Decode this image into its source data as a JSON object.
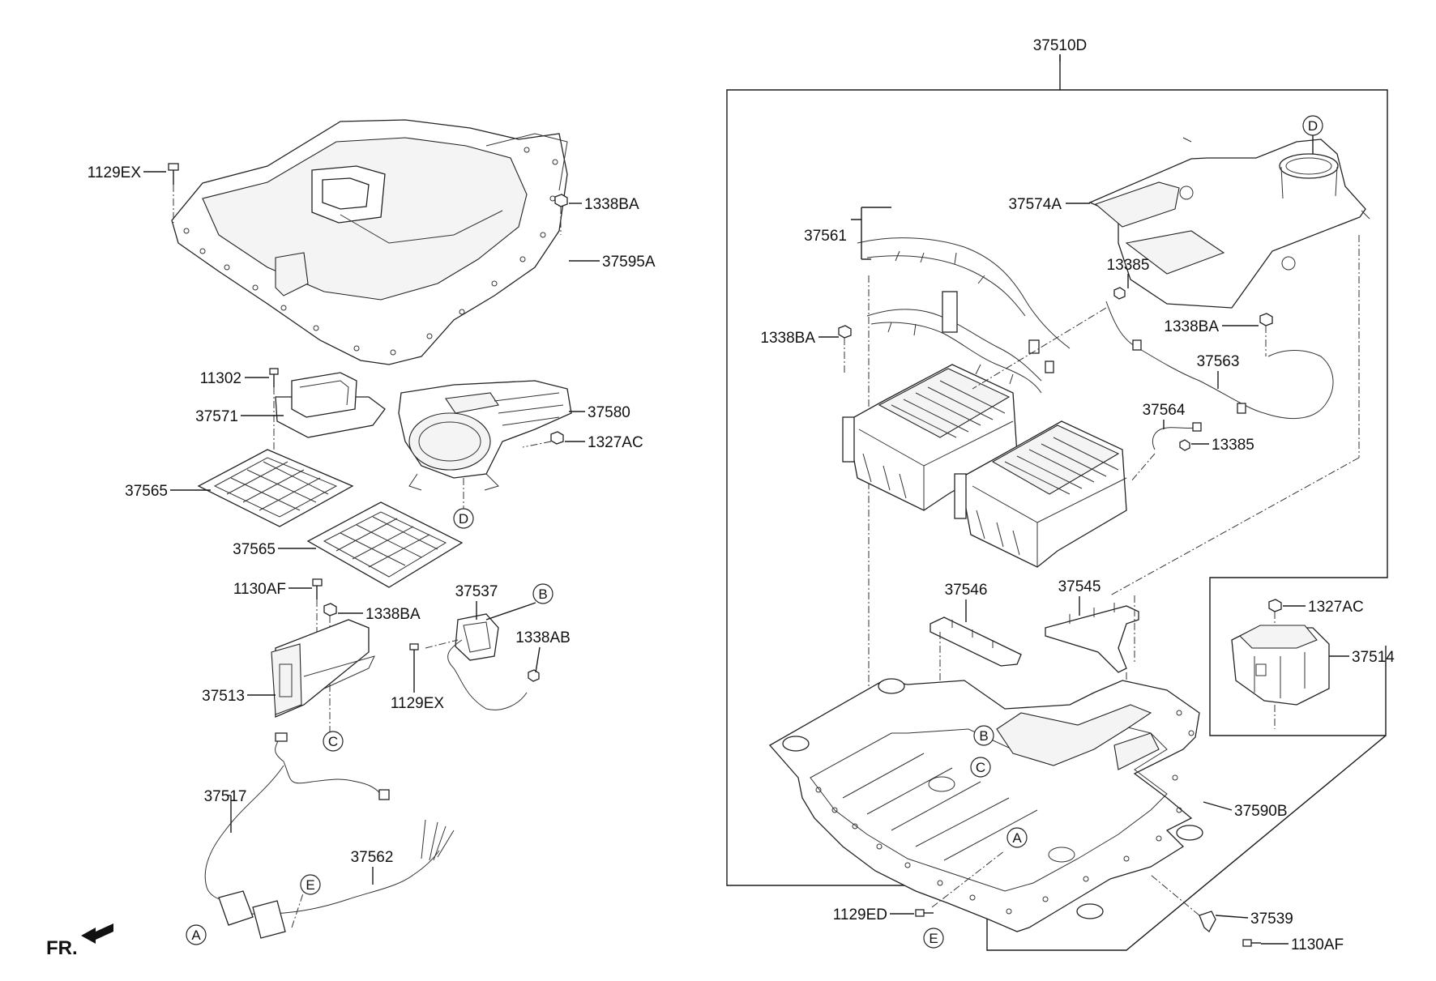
{
  "labels": {
    "p37510D": "37510D",
    "p1129EX_top": "1129EX",
    "p1338BA_top": "1338BA",
    "p37595A": "37595A",
    "p11302": "11302",
    "p37571": "37571",
    "p37580": "37580",
    "p1327AC_left": "1327AC",
    "p37565_a": "37565",
    "p37565_b": "37565",
    "p1130AF_left": "1130AF",
    "p1338BA_mid": "1338BA",
    "p37537": "37537",
    "p1338AB": "1338AB",
    "p1129EX_mid": "1129EX",
    "p37513": "37513",
    "p37517": "37517",
    "p37562": "37562",
    "p37574A": "37574A",
    "p37561": "37561",
    "p13385_a": "13385",
    "p1338BA_r1": "1338BA",
    "p1338BA_r2": "1338BA",
    "p37563": "37563",
    "p37564": "37564",
    "p13385_b": "13385",
    "p37546": "37546",
    "p37545": "37545",
    "p1327AC_right": "1327AC",
    "p37514": "37514",
    "p37590B": "37590B",
    "p1129ED": "1129ED",
    "p37539": "37539",
    "p1130AF_right": "1130AF",
    "fr": "FR."
  },
  "callouts": {
    "A": "A",
    "B": "B",
    "C": "C",
    "D": "D",
    "E": "E"
  }
}
